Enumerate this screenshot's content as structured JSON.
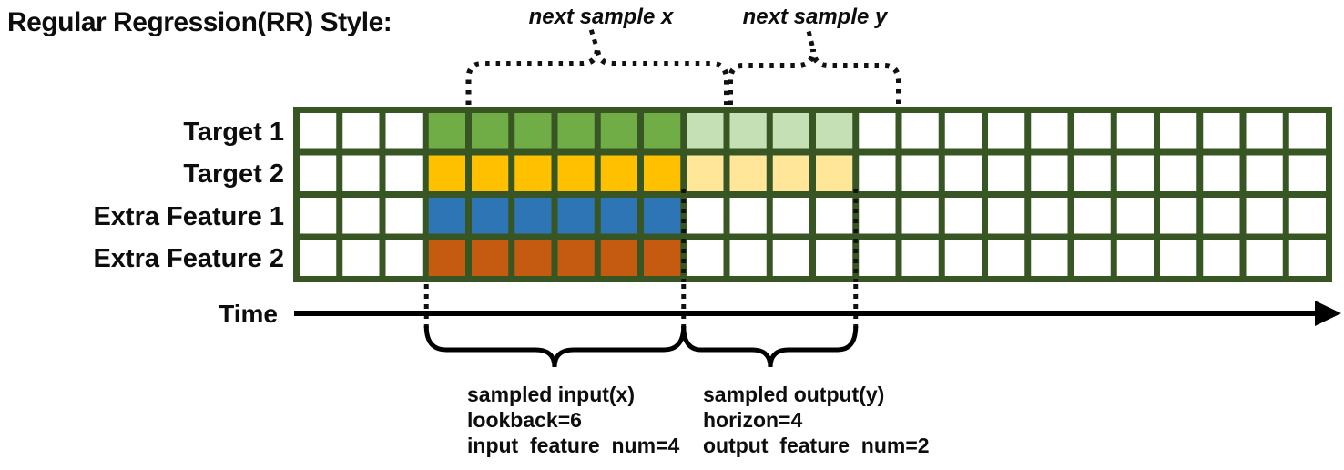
{
  "title": "Regular Regression(RR) Style:",
  "top_annotations": {
    "next_sample_x": "next sample x",
    "next_sample_y": "next sample y"
  },
  "grid": {
    "total_columns": 24,
    "lead_empty_columns": 3,
    "lookback": 6,
    "horizon": 4,
    "border_color": "#375623",
    "empty_cell_color": "#ffffff",
    "rows": [
      {
        "label": "Target 1",
        "input_color": "#70AD47",
        "output_color": "#C5E0B4"
      },
      {
        "label": "Target 2",
        "input_color": "#FFC000",
        "output_color": "#FFE699"
      },
      {
        "label": "Extra Feature 1",
        "input_color": "#2E75B6",
        "output_color": null
      },
      {
        "label": "Extra Feature 2",
        "input_color": "#C55A11",
        "output_color": null
      }
    ]
  },
  "time_axis": {
    "label": "Time",
    "color": "#000000"
  },
  "bottom_annotations": {
    "input": {
      "lines": [
        "sampled input(x)",
        "lookback=6",
        "input_feature_num=4"
      ]
    },
    "output": {
      "lines": [
        "sampled output(y)",
        "horizon=4",
        "output_feature_num=2"
      ]
    }
  }
}
